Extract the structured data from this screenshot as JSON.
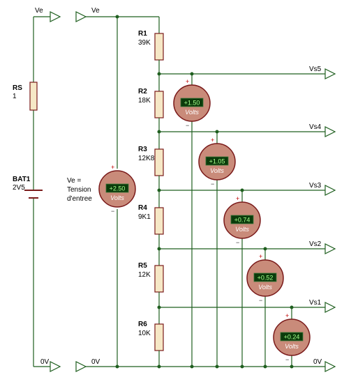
{
  "colors": {
    "wire": "#1f5f1f",
    "component_fill": "#f6e8c6",
    "component_stroke": "#7a1a1a",
    "meter_fill": "#c98b7a",
    "meter_display": "#0b3b0b",
    "meter_text": "#a6ff8c",
    "plus_sign": "#c00000"
  },
  "terminals": {
    "ve_left": "Ve",
    "ve_right": "Ve",
    "zero_left": "0V",
    "zero_mid": "0V",
    "zero_right": "0V"
  },
  "components": {
    "rs": {
      "name": "RS",
      "value": "1"
    },
    "bat1": {
      "name": "BAT1",
      "value": "2V5"
    },
    "resistors": [
      {
        "name": "R1",
        "value": "39K"
      },
      {
        "name": "R2",
        "value": "18K"
      },
      {
        "name": "R3",
        "value": "12K8"
      },
      {
        "name": "R4",
        "value": "9K1"
      },
      {
        "name": "R5",
        "value": "12K"
      },
      {
        "name": "R6",
        "value": "10K"
      }
    ]
  },
  "ve_caption": [
    "Ve =",
    "Tension",
    "d'entree"
  ],
  "outputs": [
    "Vs5",
    "Vs4",
    "Vs3",
    "Vs2",
    "Vs1"
  ],
  "meters": [
    {
      "id": "ve",
      "reading": "+2.50",
      "unit": "Volts"
    },
    {
      "id": "vs5",
      "reading": "+1.50",
      "unit": "Volts"
    },
    {
      "id": "vs4",
      "reading": "+1.05",
      "unit": "Volts"
    },
    {
      "id": "vs3",
      "reading": "+0.74",
      "unit": "Volts"
    },
    {
      "id": "vs2",
      "reading": "+0.52",
      "unit": "Volts"
    },
    {
      "id": "vs1",
      "reading": "+0.24",
      "unit": "Volts"
    }
  ],
  "signs": {
    "plus": "+",
    "minus": "−"
  }
}
